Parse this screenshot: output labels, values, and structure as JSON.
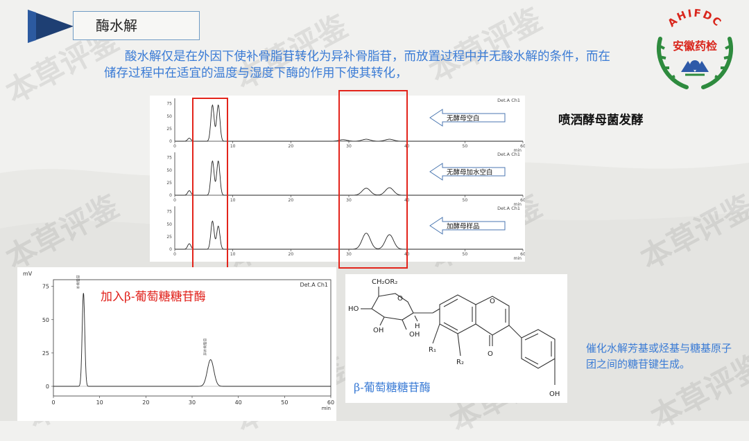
{
  "slide": {
    "title": "酶水解",
    "intro": "酸水解仅是在外因下使补骨脂苷转化为异补骨脂苷，而放置过程中并无酸水解的条件，而在储存过程中在适宜的温度与湿度下酶的作用下使其转化，",
    "side_note": "喷洒酵母菌发酵",
    "enzyme_label_red": "加入β-葡萄糖糖苷酶",
    "enzyme_label_blue": "β-葡萄糖糖苷酶",
    "catalysis_text": "催化水解芳基或烃基与糖基原子团之间的糖苷键生成。",
    "watermark": "本草评鉴"
  },
  "logo": {
    "org_abbr": "AHIFDC",
    "org_name": "安徽药检"
  },
  "top_chromatograms": {
    "channel_label": "Det.A Ch1",
    "x_unit": "min",
    "x_ticks": [
      "0",
      "10",
      "20",
      "30",
      "40",
      "50",
      "60"
    ],
    "y_ticks": [
      "75",
      "50",
      "25",
      "0"
    ],
    "panels": [
      {
        "arrow_label": "无酵母空白"
      },
      {
        "arrow_label": "无酵母加水空白"
      },
      {
        "arrow_label": "加酵母样品"
      }
    ]
  },
  "bottom_chromatogram": {
    "y_unit": "mV",
    "channel_label": "Det.A Ch1",
    "x_unit": "min",
    "x_ticks": [
      "0",
      "10",
      "20",
      "30",
      "40",
      "50",
      "60"
    ],
    "y_ticks": [
      "75",
      "50",
      "25",
      "0"
    ],
    "peak_labels": [
      "补骨脂苷",
      "异补骨脂苷"
    ]
  },
  "structure": {
    "labels": {
      "ch2or2": "CH₂OR₂",
      "o_ring": "O",
      "ho": "HO",
      "oh_left": "OH",
      "h": "H",
      "oh_mid": "OH",
      "o_chromone": "O",
      "r1": "R₁",
      "r2": "R₂",
      "carbonyl_o": "O",
      "oh_phenyl": "OH"
    }
  },
  "colors": {
    "accent_blue": "#3a7bd5",
    "highlight_red": "#e3231a",
    "logo_green": "#2e8b3e",
    "logo_red": "#d9261c"
  }
}
